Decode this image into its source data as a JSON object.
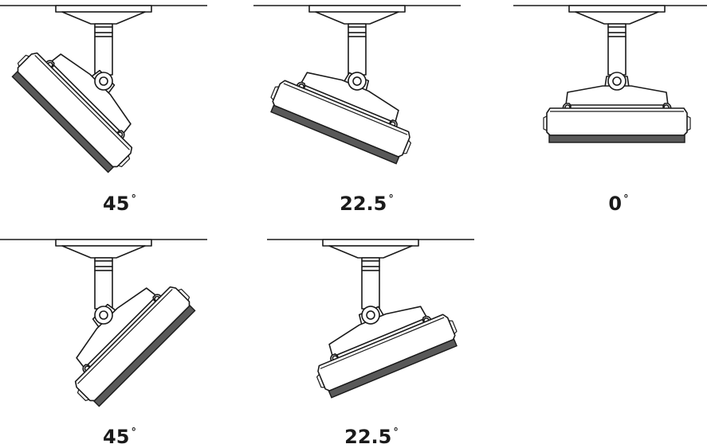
{
  "figures": [
    {
      "label": "45",
      "unit": "°",
      "tilt_deg": 45
    },
    {
      "label": "22.5",
      "unit": "°",
      "tilt_deg": 22.5
    },
    {
      "label": "0",
      "unit": "°",
      "tilt_deg": 0
    },
    {
      "label": "45",
      "unit": "°",
      "tilt_deg": -45
    },
    {
      "label": "22.5",
      "unit": "°",
      "tilt_deg": -22.5
    }
  ]
}
